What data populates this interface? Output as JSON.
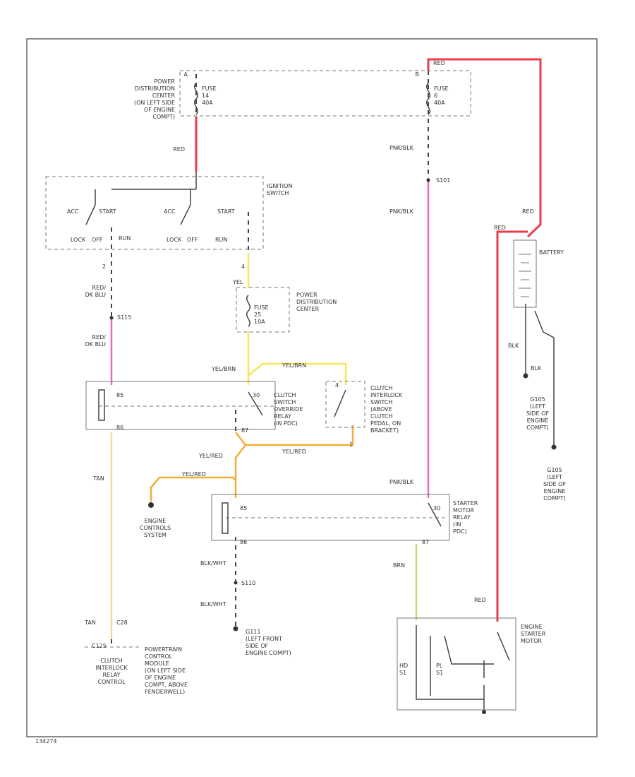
{
  "colors": {
    "red": "#ee3b4a",
    "pink": "#e06bc4",
    "yellow": "#f3e85a",
    "orange": "#f2ad3a",
    "tan": "#f5d7a0",
    "olive": "#d7d27a",
    "black": "#444444"
  },
  "components": {
    "pdc_top": [
      "POWER",
      "DISTRIBUTION",
      "CENTER",
      "(ON LEFT SIDE",
      "OF ENGINE",
      "COMPT)"
    ],
    "fuse_left": [
      "FUSE",
      "14",
      "40A"
    ],
    "fuse_right": [
      "FUSE",
      "6",
      "40A"
    ],
    "ignition_switch": [
      "IGNITION",
      "SWITCH"
    ],
    "pdc_mid": [
      "POWER",
      "DISTRIBUTION",
      "CENTER"
    ],
    "fuse_mid": [
      "FUSE",
      "25",
      "10A"
    ],
    "clutch_override": [
      "CLUTCH",
      "SWITCH",
      "OVERRIDE",
      "RELAY",
      "(IN PDC)"
    ],
    "clutch_interlock_switch": [
      "CLUTCH",
      "INTERLOCK",
      "SWITCH",
      "(ABOVE",
      "CLUTCH",
      "PEDAL, ON",
      "BRACKET)"
    ],
    "starter_relay": [
      "STARTER",
      "MOTOR",
      "RELAY",
      "(IN",
      "PDC)"
    ],
    "battery": "BATTERY",
    "engine_controls": [
      "ENGINE",
      "CONTROLS",
      "SYSTEM"
    ],
    "starter_motor": [
      "ENGINE",
      "STARTER",
      "MOTOR"
    ],
    "g105_a": [
      "G105",
      "(LEFT",
      "SIDE OF",
      "ENGINE",
      "COMPT)"
    ],
    "g105_b": [
      "G105",
      "(LEFT",
      "SIDE OF",
      "ENGINE",
      "COMPT)"
    ],
    "g111": [
      "G111",
      "(LEFT FRONT",
      "SIDE OF",
      "ENGINE COMPT)"
    ],
    "pcm": [
      "POWERTRAIN",
      "CONTROL",
      "MODULE",
      "(ON LEFT SIDE",
      "OF ENGINE",
      "COMPT, ABOVE",
      "FENDERWELL)"
    ],
    "clutch_relay_control": [
      "CLUTCH",
      "INTERLOCK",
      "RELAY",
      "CONTROL"
    ],
    "ign_contacts": {
      "acc": "ACC",
      "start": "START",
      "lock": "LOCK",
      "off": "OFF",
      "run": "RUN",
      "acc2": "ACC",
      "start2": "START",
      "lock2": "LOCK",
      "off2": "OFF",
      "run2": "RUN"
    },
    "starter_internal": {
      "hd": "HD",
      "s1": "S1",
      "pl": "PL",
      "s2": "S1"
    }
  },
  "wires": {
    "red": "RED",
    "red2": "RED",
    "red3": "RED",
    "red4": "RED",
    "red5": "RED",
    "pnk_blk": "PNK/BLK",
    "pnk_blk2": "PNK/BLK",
    "pnk_blk3": "PNK/BLK",
    "red_dkblu": [
      "RED/",
      "DK BLU"
    ],
    "red_dkblu2": [
      "RED/",
      "DK BLU"
    ],
    "yel": "YEL",
    "yel_brn": "YEL/BRN",
    "yel_brn2": "YEL/BRN",
    "yel_red": "YEL/RED",
    "yel_red2": "YEL/RED",
    "yel_red3": "YEL/RED",
    "tan": "TAN",
    "tan2": "TAN",
    "blk": "BLK",
    "blk2": "BLK",
    "blk_wht": "BLK/WHT",
    "blk_wht2": "BLK/WHT",
    "brn": "BRN",
    "s101": "S101",
    "s115": "S115",
    "s110": "S110"
  },
  "pins": {
    "p2": "2",
    "p4": "4",
    "p85": "85",
    "p86": "86",
    "p30": "30",
    "p87": "87",
    "p85b": "85",
    "p86b": "86",
    "p30b": "30",
    "p87b": "87",
    "p4b": "4",
    "p1": "1",
    "pc28": "C28",
    "pc125": "C125",
    "pa": "A",
    "pb": "B"
  },
  "footer_id": "134274"
}
